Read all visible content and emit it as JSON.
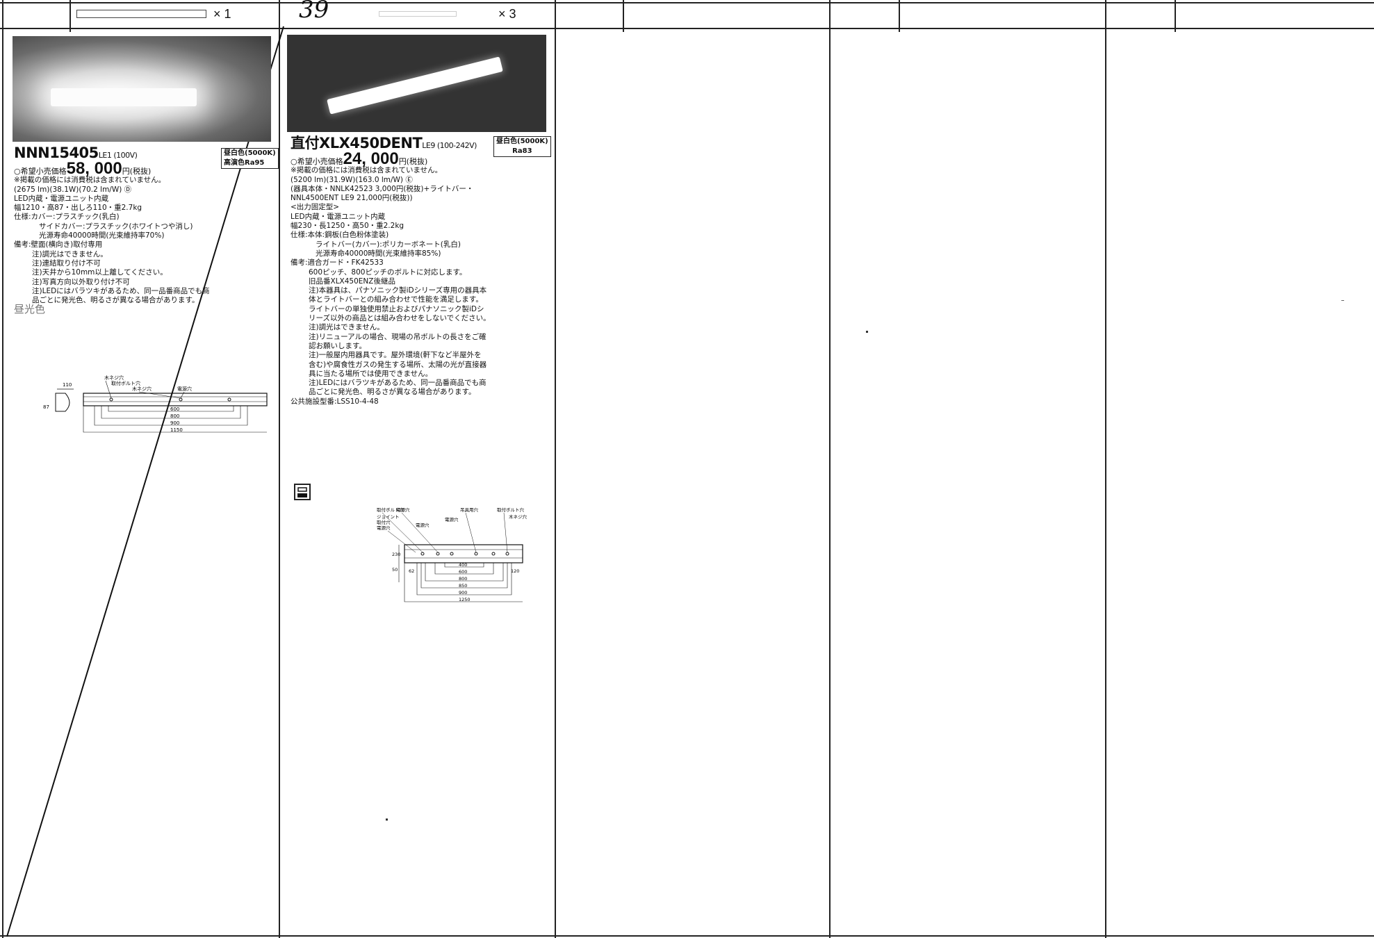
{
  "header": {
    "cell1_qty": "× 1",
    "cell2_handwritten": "39",
    "cell2_qty": "× 3"
  },
  "product1": {
    "model": "NNN15405",
    "model_suffix": "LE1 (100V)",
    "badge_line1": "昼白色(5000K)",
    "badge_line2": "高演色Ra95",
    "price_prefix": "○希望小売価格",
    "price_value": "58, 000",
    "price_suffix": "円(税抜)",
    "lines": [
      "※掲載の価格には消費税は含まれていません。",
      "(2675 lm)(38.1W)(70.2 lm/W) Ⓓ",
      "LED内蔵・電源ユニット内蔵",
      "幅1210・高87・出しろ110・重2.7kg",
      "仕様:カバー:プラスチック(乳白)"
    ],
    "spec_sub": [
      "サイドカバー:プラスチック(ホワイトつや消し)",
      "光源寿命40000時間(光束維持率70%)"
    ],
    "remark_head": "備考:壁面(横向き)取付専用",
    "remarks": [
      "注)調光はできません。",
      "注)連結取り付け不可",
      "注)天井から10mm以上離してください。",
      "注)写真方向以外取り付け不可",
      "注)LEDにはバラツキがあるため、同一品番商品でも商",
      "品ごとに発光色、明るさが異なる場合があります。"
    ],
    "handwritten_note": "昼光色",
    "diagram_labels": [
      "木ネジ穴",
      "取付ボルト穴",
      "木ネジ穴",
      "電源穴",
      "110",
      "87",
      "600",
      "800",
      "900",
      "1150"
    ]
  },
  "product2": {
    "model": "直付XLX450DENT",
    "model_suffix": "LE9 (100-242V)",
    "badge_line1": "昼白色(5000K)",
    "badge_line2": "Ra83",
    "price_prefix": "○希望小売価格",
    "price_value": "24, 000",
    "price_suffix": "円(税抜)",
    "lines": [
      "※掲載の価格には消費税は含まれていません。",
      "(5200 lm)(31.9W)(163.0 lm/W) Ⓔ",
      "(器具本体・NNLK42523 3,000円(税抜)+ライトバー・",
      "NNL4500ENT LE9 21,000円(税抜))",
      "<出力固定型>",
      "LED内蔵・電源ユニット内蔵",
      "幅230・長1250・高50・重2.2kg",
      "仕様:本体:鋼板(白色粉体塗装)"
    ],
    "spec_sub": [
      "ライトバー(カバー):ポリカーボネート(乳白)",
      "光源寿命40000時間(光束維持率85%)"
    ],
    "remark_head": "備考:適合ガード・FK42533",
    "remarks": [
      "600ピッチ、800ピッチのボルトに対応します。",
      "旧品番XLX450ENZ後継品",
      "注)本器具は、パナソニック製iDシリーズ専用の器具本",
      "体とライトバーとの組み合わせで性能を満足します。",
      "ライトバーの単独使用禁止およびパナソニック製iDシ",
      "リーズ以外の商品とは組み合わせをしないでください。",
      "注)調光はできません。",
      "注)リニューアルの場合、現場の吊ボルトの長さをご確",
      "認お願いします。",
      "注)一般屋内用器具です。屋外環境(軒下など半屋外を",
      "含む)や腐食性ガスの発生する場所、太陽の光が直接器",
      "具に当たる場所では使用できません。",
      "注)LEDにはバラツキがあるため、同一品番商品でも商",
      "品ごとに発光色、明るさが異なる場合があります。"
    ],
    "public_facility": "公共施設型番:LSS10-4-48",
    "diagram_labels": [
      "取付ボルト穴",
      "電源穴",
      "吊具用穴",
      "取付ボルト穴",
      "ジョイント",
      "取付穴",
      "電源穴",
      "電源穴",
      "電源穴",
      "木ネジ穴",
      "400",
      "600",
      "800",
      "850",
      "900",
      "1250",
      "62",
      "120",
      "230",
      "50"
    ]
  }
}
